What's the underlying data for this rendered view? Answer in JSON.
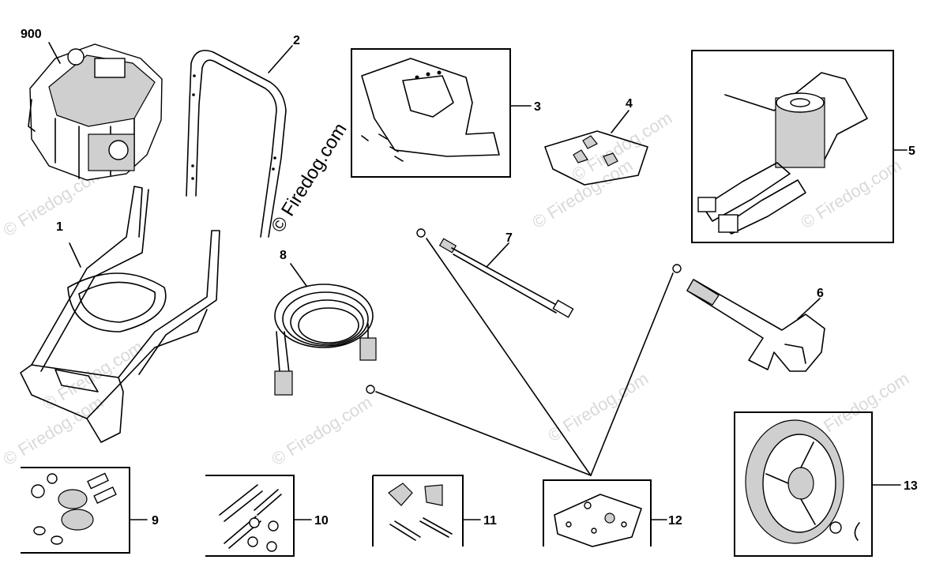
{
  "watermark": {
    "main_text": "© Firedog.com",
    "tile_text": "© Firedog.com"
  },
  "parts": {
    "p900": "900",
    "p1": "1",
    "p2": "2",
    "p3": "3",
    "p4": "4",
    "p5": "5",
    "p6": "6",
    "p7": "7",
    "p8": "8",
    "p9": "9",
    "p10": "10",
    "p11": "11",
    "p12": "12",
    "p13": "13"
  }
}
